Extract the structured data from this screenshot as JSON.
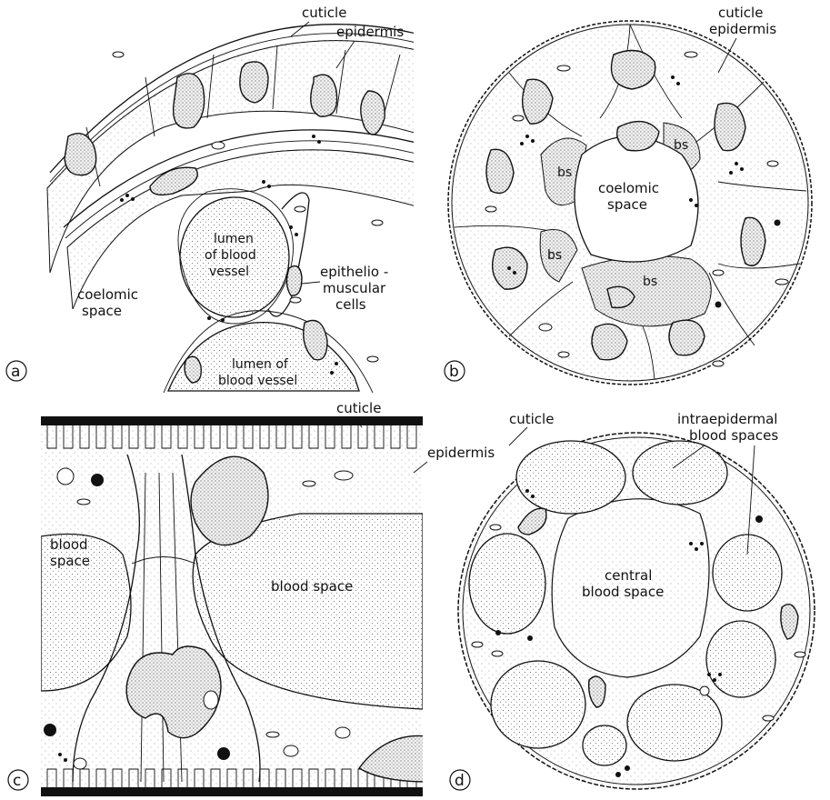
{
  "panels": {
    "a": {
      "letter": "a",
      "labels": {
        "cuticle": "cuticle",
        "epidermis": "epidermis",
        "lumen_1": "lumen",
        "lumen_2": "of blood",
        "lumen_3": "vessel",
        "epi_1": "epithelio -",
        "epi_2": "muscular",
        "epi_3": "cells",
        "coel_1": "coelomic",
        "coel_2": "space",
        "lumen2_1": "lumen of",
        "lumen2_2": "blood vessel"
      }
    },
    "b": {
      "letter": "b",
      "labels": {
        "cuticle": "cuticle",
        "epidermis": "epidermis",
        "coel_1": "coelomic",
        "coel_2": "space",
        "bs": "bs"
      }
    },
    "c": {
      "letter": "c",
      "labels": {
        "cuticle": "cuticle",
        "epidermis": "epidermis",
        "blood_1": "blood",
        "blood_2": "space",
        "blood_right": "blood space"
      }
    },
    "d": {
      "letter": "d",
      "labels": {
        "cuticle": "cuticle",
        "intra_1": "intraepidermal",
        "intra_2": "blood spaces",
        "central_1": "central",
        "central_2": "blood space"
      }
    }
  },
  "colors": {
    "ink": "#111111",
    "paper": "#ffffff",
    "dot_fill": "#e6e6e6"
  }
}
